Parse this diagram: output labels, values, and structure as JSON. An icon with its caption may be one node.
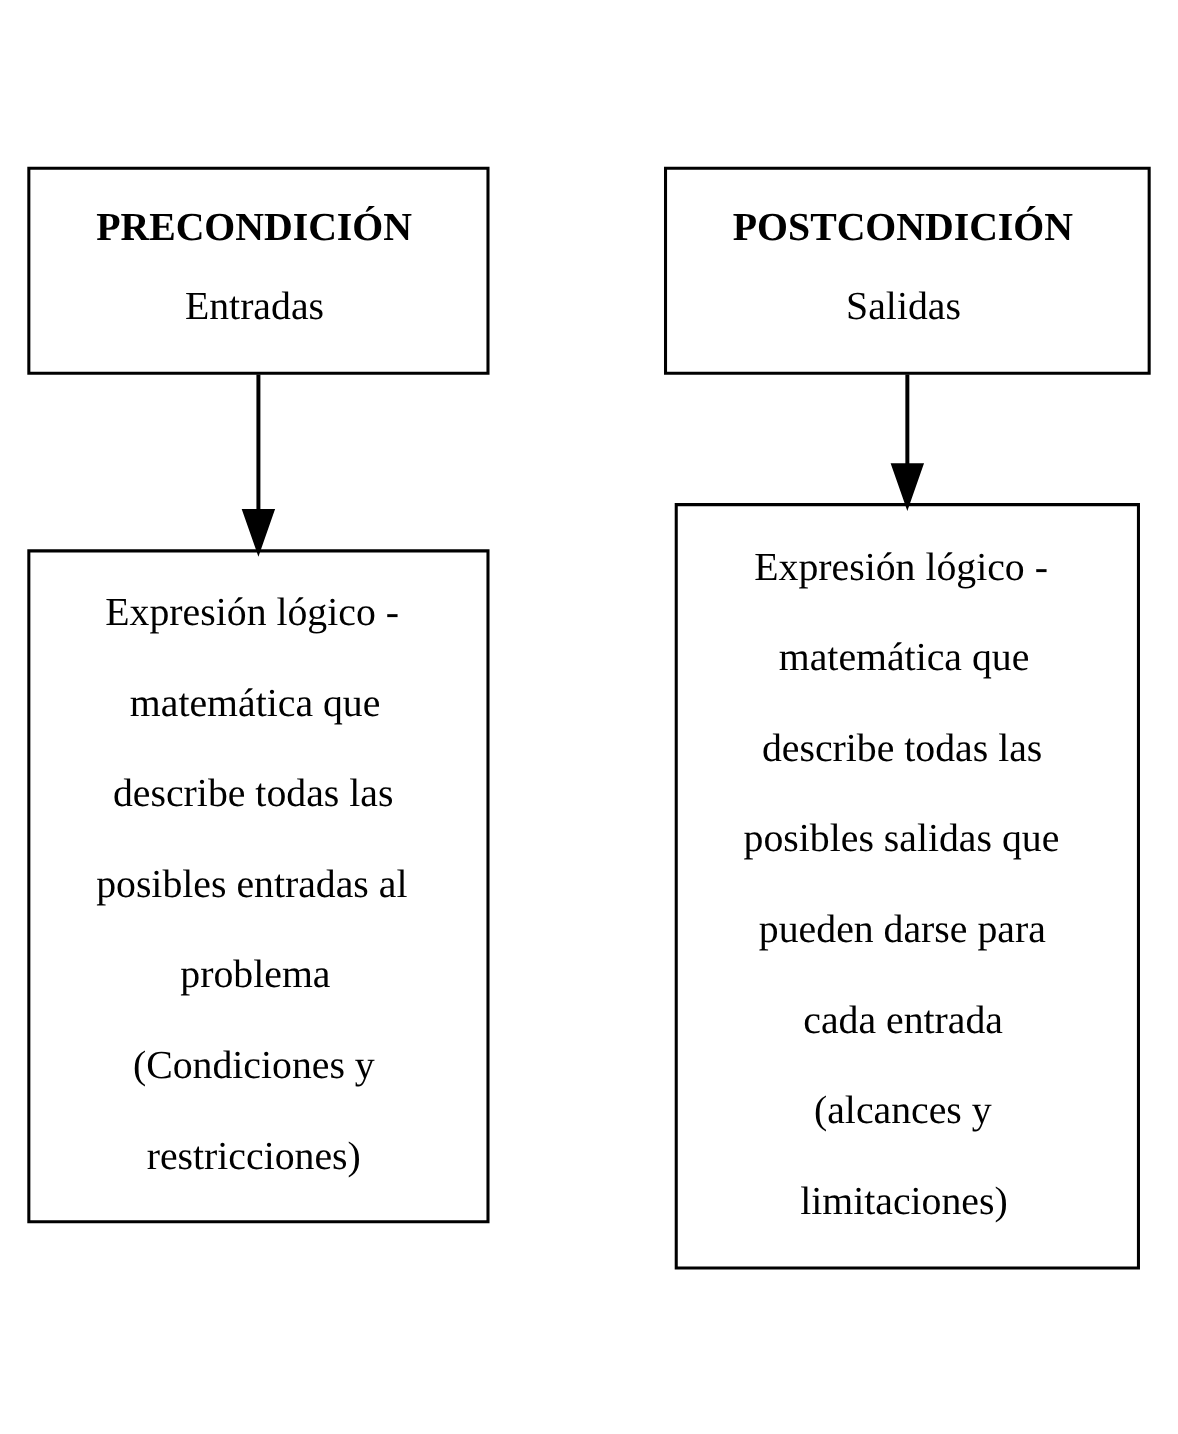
{
  "diagram": {
    "nodes": [
      {
        "text": [
          "PRECONDICIÓN",
          "Entradas"
        ]
      },
      {
        "text": [
          "POSTCONDICIÓN",
          "Salidas"
        ]
      },
      {
        "text": [
          "Expresión lógico - matemática que describe todas las posibles entradas al problema (Condiciones y restricciones)"
        ]
      },
      {
        "text": [
          "Expresión lógico - matemática que describe todas las posibles salidas que pueden darse para cada entrada (alcances y limitaciones)"
        ]
      }
    ],
    "edges": [
      {
        "from": 0,
        "to": 2,
        "arrow": "to"
      },
      {
        "from": 1,
        "to": 3,
        "arrow": "to"
      }
    ]
  }
}
